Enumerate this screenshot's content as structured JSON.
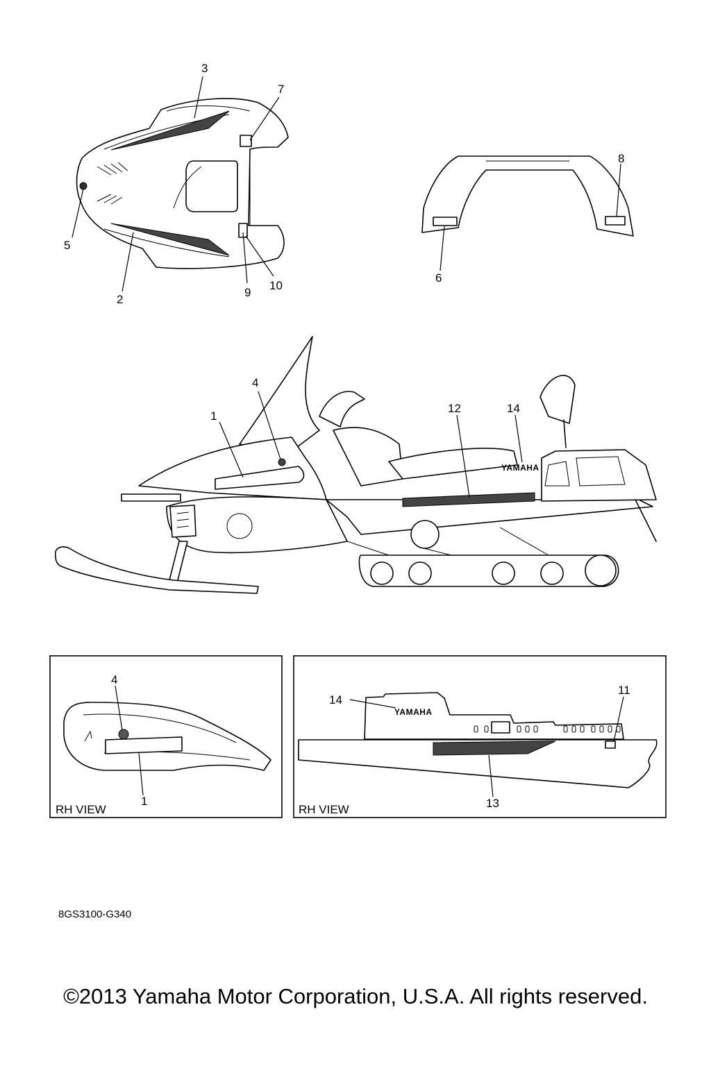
{
  "callouts": {
    "top_hood": [
      "3",
      "7",
      "5",
      "2",
      "9",
      "10"
    ],
    "top_bar": [
      "8",
      "6"
    ],
    "side_view": [
      "4",
      "1",
      "12",
      "14"
    ],
    "inset_left": [
      "4",
      "1"
    ],
    "inset_right": [
      "14",
      "11",
      "13"
    ]
  },
  "decal_text": {
    "brand": "YAMAHA"
  },
  "insets": {
    "left_label": "RH VIEW",
    "right_label": "RH VIEW"
  },
  "drawing_code": "8GS3100-G340",
  "copyright": "©2013 Yamaha Motor Corporation, U.S.A. All rights reserved."
}
